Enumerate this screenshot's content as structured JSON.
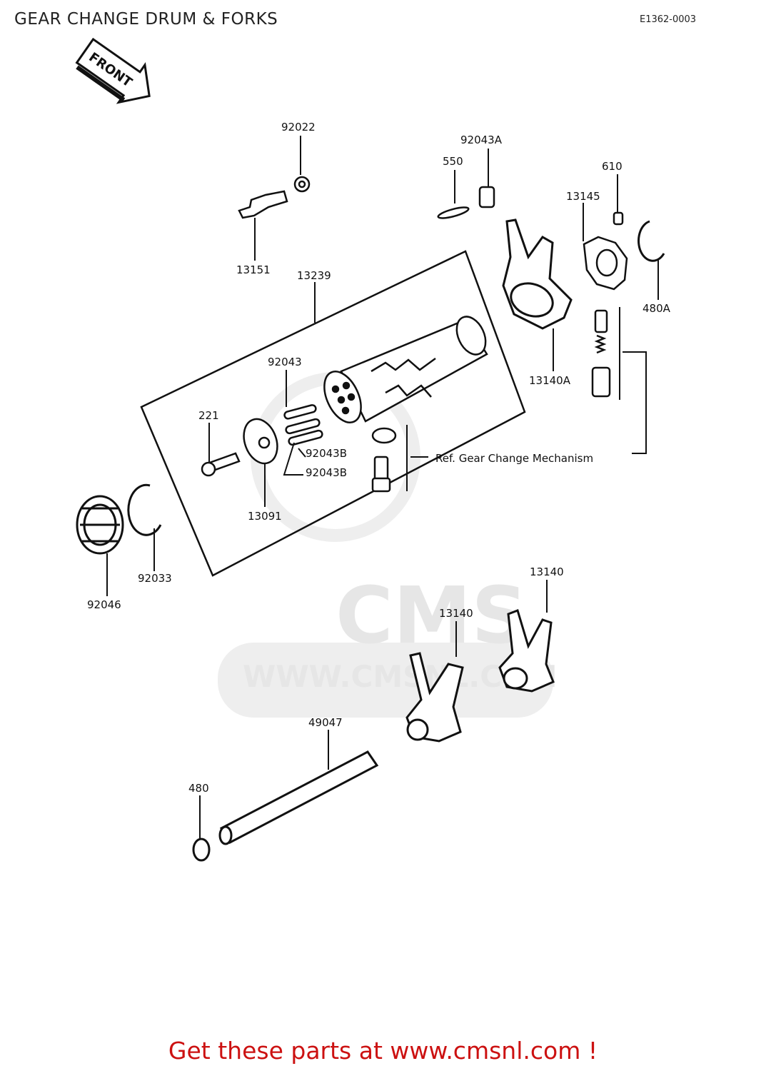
{
  "page": {
    "title": "GEAR CHANGE DRUM & FORKS",
    "diagram_code": "E1362-0003",
    "front_marker": "FRONT",
    "cta": "Get these parts at www.cmsnl.com !"
  },
  "watermark": {
    "brand": "CMS",
    "url": "WWW.CMSNL.COM"
  },
  "parts": [
    {
      "id": "92022"
    },
    {
      "id": "13151"
    },
    {
      "id": "13239"
    },
    {
      "id": "550"
    },
    {
      "id": "92043A"
    },
    {
      "id": "610"
    },
    {
      "id": "13145"
    },
    {
      "id": "480A"
    },
    {
      "id": "13140A"
    },
    {
      "id": "92043"
    },
    {
      "id": "221"
    },
    {
      "id": "92043B"
    },
    {
      "id": "92043B"
    },
    {
      "id": "13091"
    },
    {
      "id": "92033"
    },
    {
      "id": "92046"
    },
    {
      "id": "13140"
    },
    {
      "id": "13140"
    },
    {
      "id": "49047"
    },
    {
      "id": "480"
    }
  ],
  "reference": "Ref. Gear Change Mechanism"
}
